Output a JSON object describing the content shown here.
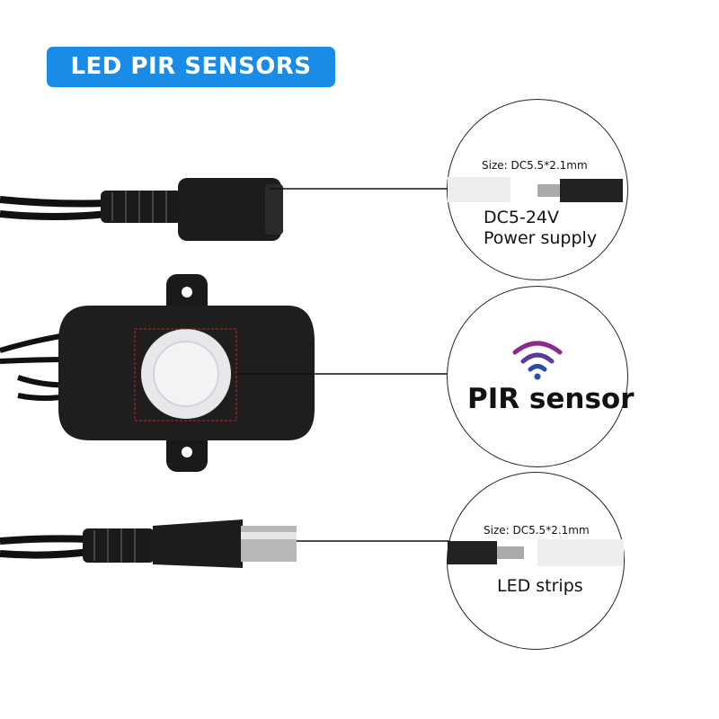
{
  "title": "LED PIR SENSORS",
  "callouts": {
    "power": {
      "size": "Size: DC5.5*2.1mm",
      "line1": "DC5-24V",
      "line2": "Power supply"
    },
    "sensor": {
      "label": "PIR sensor",
      "icon": "wifi-signal-icon",
      "icon_colors": [
        "#8a2a8a",
        "#5a3a9a",
        "#2a4ab0"
      ]
    },
    "led": {
      "size": "Size: DC5.5*2.1mm",
      "label": "LED strips"
    }
  }
}
